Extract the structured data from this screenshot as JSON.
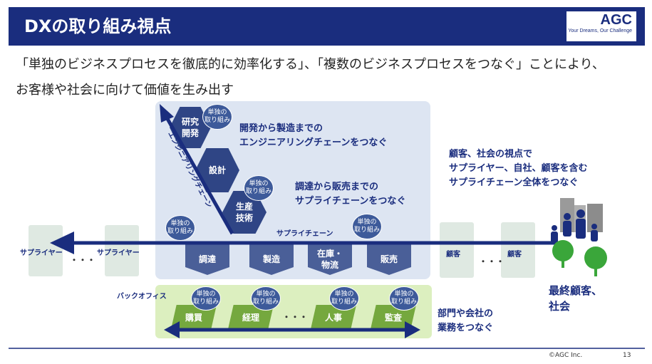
{
  "header": {
    "title": "DXの取り組み視点",
    "logo": "AGC",
    "logo_tagline": "Your Dreams, Our Challenge"
  },
  "lead": {
    "line1": "「単独のビジネスプロセスを徹底的に効率化する」、「複数のビジネスプロセスをつなぐ」ことにより、",
    "line2": "お客様や社会に向けて価値を生み出す"
  },
  "engineering_chain": {
    "label": "エンジニアリングチェーン",
    "steps": [
      "研究\n開発",
      "設計",
      "生産\n技術"
    ],
    "note_line1": "開発から製造までの",
    "note_line2": "エンジニアリングチェーンをつなぐ"
  },
  "supply_chain": {
    "label": "サプライチェーン",
    "steps": [
      "調達",
      "製造",
      "在庫・\n物流",
      "販売"
    ],
    "note_line1": "調達から販売までの",
    "note_line2": "サプライチェーンをつなぐ",
    "left_supplier_far": "サプライヤー",
    "left_ellipsis": "・・・",
    "left_supplier_near": "サプライヤー",
    "customer_1": "顧客",
    "customer_ellipsis": "・・・",
    "customer_2": "顧客"
  },
  "back_office": {
    "label": "バックオフィス",
    "steps": [
      "購買",
      "経理",
      "人事",
      "監査"
    ],
    "ellipsis": "・・・",
    "note_line1": "部門や会社の",
    "note_line2": "業務をつなぐ"
  },
  "standalone_badge": "単独の\n取り組み",
  "right_note": {
    "line1": "顧客、社会の視点で",
    "line2": "サプライヤー、自社、顧客を含む",
    "line3": "サプライチェーン全体をつなぐ"
  },
  "end_customer": {
    "line1": "最終顧客、",
    "line2": "社会"
  },
  "footer": {
    "copyright": "©AGC Inc.",
    "page": "13"
  },
  "colors": {
    "navy": "#1a2d7e",
    "hex_blue": "#2f4585",
    "green": "#75a83e",
    "tree_green": "#3aa63a"
  }
}
